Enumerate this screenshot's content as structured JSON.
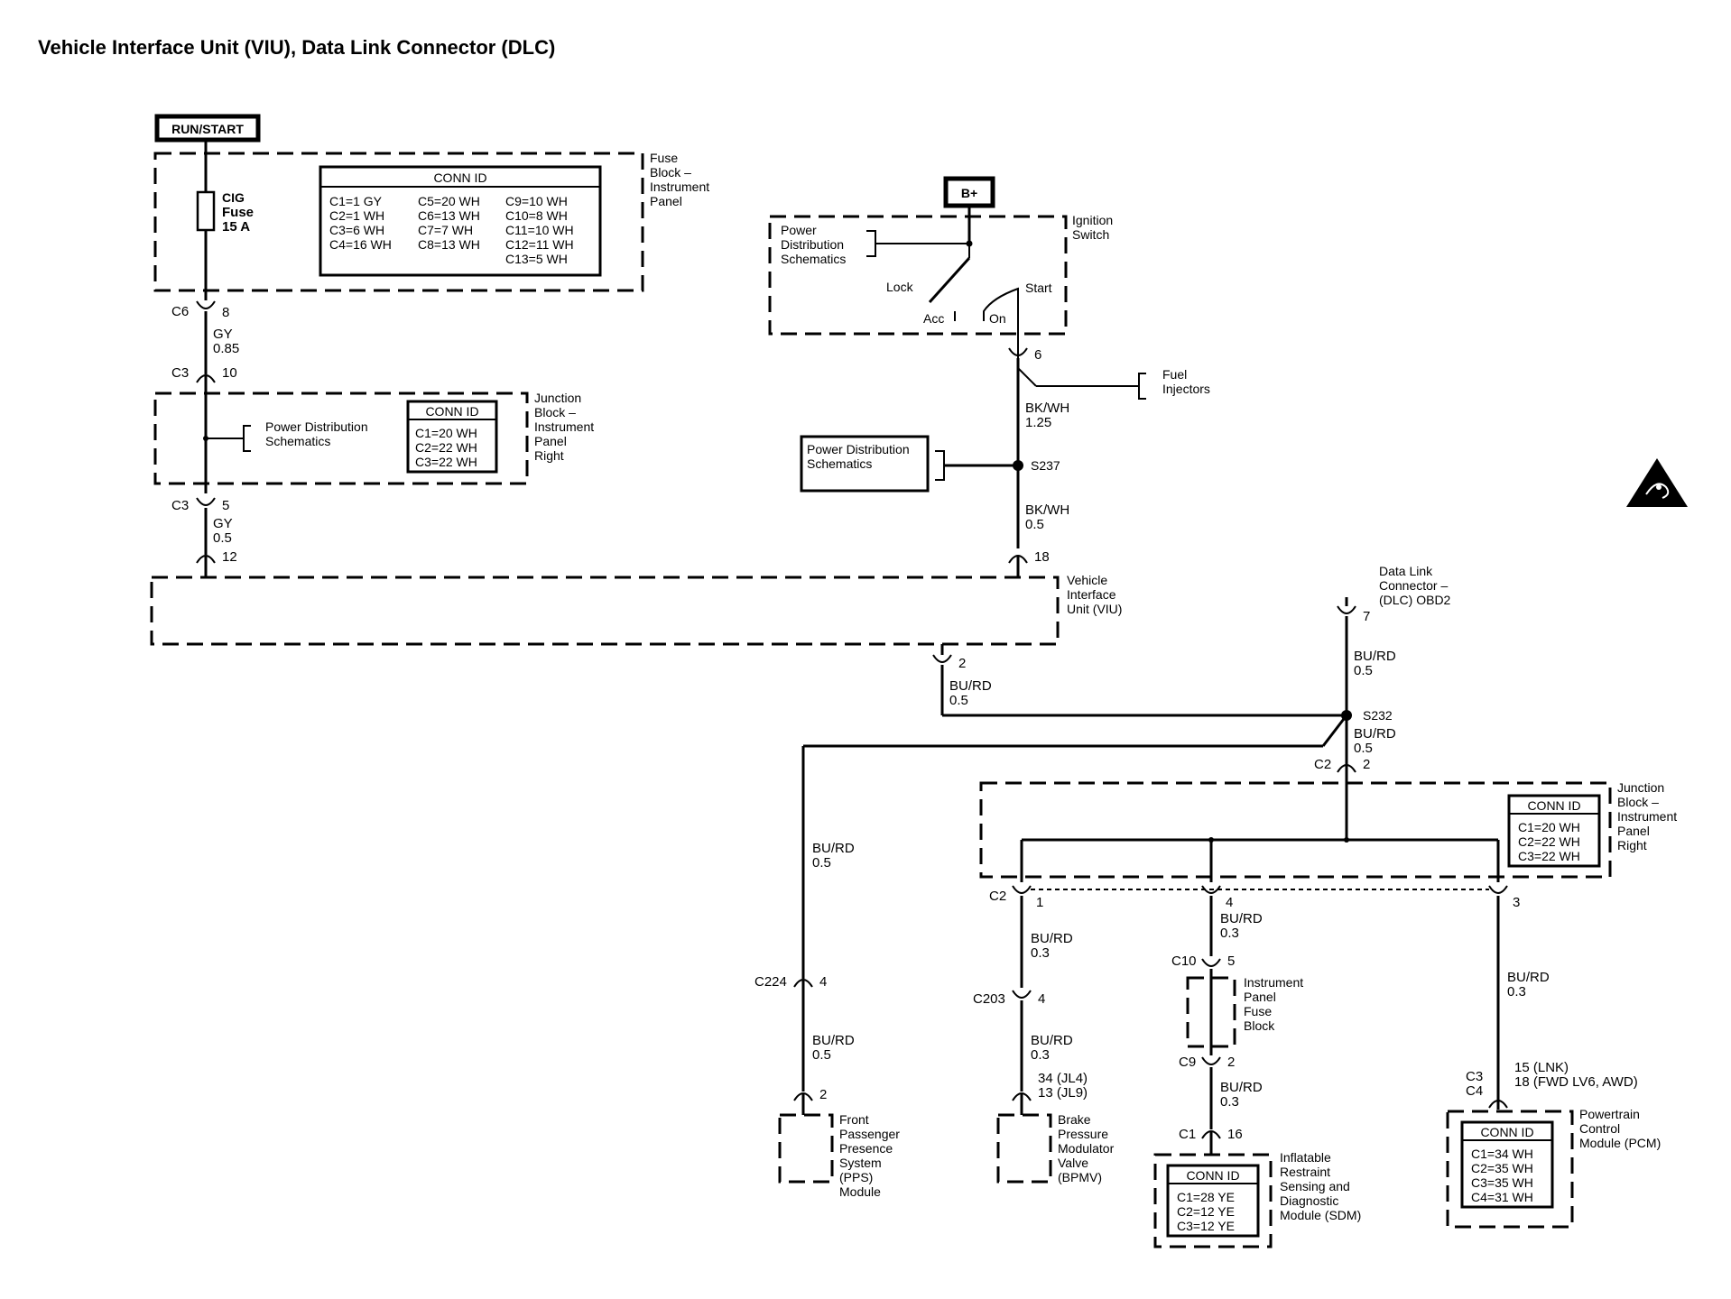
{
  "title": "Vehicle Interface Unit (VIU), Data Link Connector (DLC)",
  "run_start": "RUN/START",
  "b_plus": "B+",
  "fuse_block": {
    "name": [
      "Fuse",
      "Block –",
      "Instrument",
      "Panel"
    ],
    "fuse": [
      "CIG",
      "Fuse",
      "15 A"
    ],
    "conn_id_title": "CONN ID",
    "conn_col1": [
      "C1=1 GY",
      "C2=1 WH",
      "C3=6 WH",
      "C4=16 WH"
    ],
    "conn_col2": [
      "C5=20 WH",
      "C6=13 WH",
      "C7=7 WH",
      "C8=13 WH"
    ],
    "conn_col3": [
      "C9=10 WH",
      "C10=8 WH",
      "C11=10 WH",
      "C12=11 WH",
      "C13=5 WH"
    ]
  },
  "left_chain": {
    "c6": "C6",
    "c6_pin": "8",
    "wire1": [
      "GY",
      "0.85"
    ],
    "c3a": "C3",
    "c3a_pin": "10",
    "c3b": "C3",
    "c3b_pin": "5",
    "wire2": [
      "GY",
      "0.5"
    ],
    "viu_pin": "12"
  },
  "junction_block_top": {
    "name": [
      "Junction",
      "Block –",
      "Instrument",
      "Panel",
      "Right"
    ],
    "pds": [
      "Power Distribution",
      "Schematics"
    ],
    "conn_id_title": "CONN ID",
    "conn": [
      "C1=20 WH",
      "C2=22 WH",
      "C3=22 WH"
    ]
  },
  "ignition": {
    "name": [
      "Ignition",
      "Switch"
    ],
    "pds": [
      "Power",
      "Distribution",
      "Schematics"
    ],
    "lock": "Lock",
    "acc": "Acc",
    "on": "On",
    "start": "Start",
    "pin6": "6",
    "fuel": [
      "Fuel",
      "Injectors"
    ],
    "wire1": [
      "BK/WH",
      "1.25"
    ],
    "pds_box": [
      "Power Distribution",
      "Schematics"
    ],
    "s237": "S237",
    "wire2": [
      "BK/WH",
      "0.5"
    ],
    "viu_pin": "18"
  },
  "viu": {
    "name": [
      "Vehicle",
      "Interface",
      "Unit (VIU)"
    ],
    "pin2": "2",
    "wire": [
      "BU/RD",
      "0.5"
    ]
  },
  "dlc": {
    "name": [
      "Data Link",
      "Connector –",
      "(DLC) OBD2"
    ],
    "pin7": "7",
    "wire1": [
      "BU/RD",
      "0.5"
    ],
    "s232": "S232",
    "wire2": [
      "BU/RD",
      "0.5"
    ],
    "c2": "C2",
    "c2_pin": "2"
  },
  "junction_block_bottom": {
    "name": [
      "Junction",
      "Block –",
      "Instrument",
      "Panel",
      "Right"
    ],
    "conn_id_title": "CONN ID",
    "conn": [
      "C1=20 WH",
      "C2=22 WH",
      "C3=22 WH"
    ],
    "c2": "C2",
    "pin1": "1",
    "pin4": "4",
    "pin3": "3"
  },
  "pps_branch": {
    "wire1": [
      "BU/RD",
      "0.5"
    ],
    "c224": "C224",
    "c224_pin": "4",
    "wire2": [
      "BU/RD",
      "0.5"
    ],
    "pin2": "2",
    "name": [
      "Front",
      "Passenger",
      "Presence",
      "System",
      "(PPS)",
      "Module"
    ]
  },
  "bpmv_branch": {
    "wire1": [
      "BU/RD",
      "0.3"
    ],
    "c203": "C203",
    "c203_pin": "4",
    "wire2": [
      "BU/RD",
      "0.3"
    ],
    "pins": [
      "34 (JL4)",
      "13 (JL9)"
    ],
    "name": [
      "Brake",
      "Pressure",
      "Modulator",
      "Valve",
      "(BPMV)"
    ]
  },
  "sdm_branch": {
    "wire1": [
      "BU/RD",
      "0.3"
    ],
    "c10": "C10",
    "c10_pin": "5",
    "ipfb": [
      "Instrument",
      "Panel",
      "Fuse",
      "Block"
    ],
    "c9": "C9",
    "c9_pin": "2",
    "wire2": [
      "BU/RD",
      "0.3"
    ],
    "c1": "C1",
    "c1_pin": "16",
    "conn_id_title": "CONN ID",
    "conn": [
      "C1=28 YE",
      "C2=12 YE",
      "C3=12 YE"
    ],
    "name": [
      "Inflatable",
      "Restraint",
      "Sensing and",
      "Diagnostic",
      "Module (SDM)"
    ]
  },
  "pcm_branch": {
    "wire1": [
      "BU/RD",
      "0.3"
    ],
    "c3": "C3",
    "c4": "C4",
    "pins": [
      "15 (LNK)",
      "18 (FWD LV6, AWD)"
    ],
    "conn_id_title": "CONN ID",
    "conn": [
      "C1=34 WH",
      "C2=35 WH",
      "C3=35 WH",
      "C4=31 WH"
    ],
    "name": [
      "Powertrain",
      "Control",
      "Module (PCM)"
    ]
  }
}
